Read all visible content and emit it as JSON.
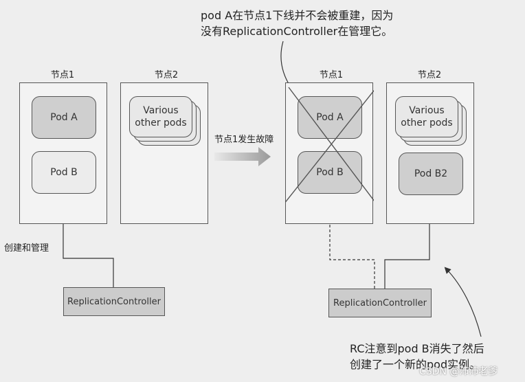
{
  "top_annotation": {
    "line1": "pod A在节点1下线并不会被重建，因为",
    "line2": "没有ReplicationController在管理它。"
  },
  "left": {
    "node1": {
      "label": "节点1",
      "pod_a": "Pod A",
      "pod_b": "Pod B"
    },
    "node2": {
      "label": "节点2",
      "pods_line1": "Various",
      "pods_line2": "other pods"
    },
    "manage_label": "创建和管理",
    "rc_label": "ReplicationController"
  },
  "transition_label": "节点1发生故障",
  "right": {
    "node1": {
      "label": "节点1",
      "pod_a": "Pod A",
      "pod_b": "Pod B"
    },
    "node2": {
      "label": "节点2",
      "pods_line1": "Various",
      "pods_line2": "other pods",
      "pod_b2": "Pod B2"
    },
    "rc_label": "ReplicationController"
  },
  "bottom_annotation": {
    "line1": "RC注意到pod B消失了然后",
    "line2": "创建了一个新的pod实例。"
  },
  "watermark": "CSDN @沛沛老爹"
}
